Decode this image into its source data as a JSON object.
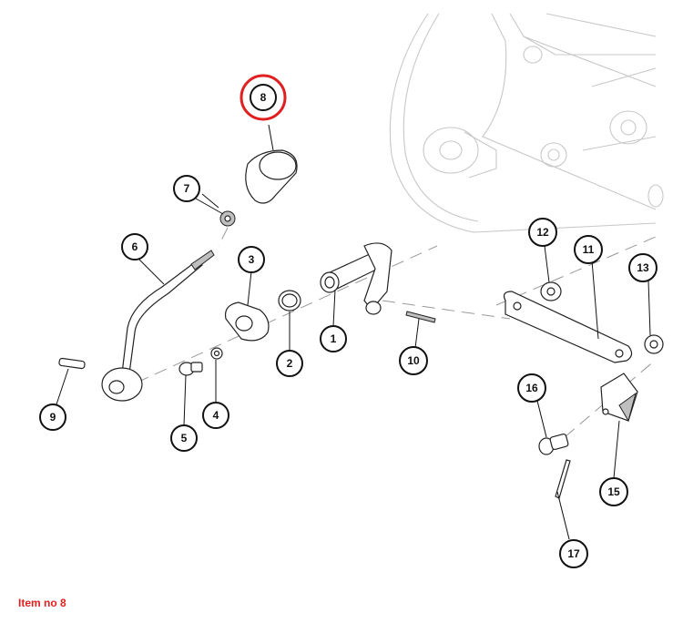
{
  "callouts": [
    {
      "id": "1",
      "label": "1"
    },
    {
      "id": "2",
      "label": "2"
    },
    {
      "id": "3",
      "label": "3"
    },
    {
      "id": "4",
      "label": "4"
    },
    {
      "id": "5",
      "label": "5"
    },
    {
      "id": "6",
      "label": "6"
    },
    {
      "id": "7",
      "label": "7"
    },
    {
      "id": "8",
      "label": "8"
    },
    {
      "id": "9",
      "label": "9"
    },
    {
      "id": "10",
      "label": "10"
    },
    {
      "id": "11",
      "label": "11"
    },
    {
      "id": "12",
      "label": "12"
    },
    {
      "id": "13",
      "label": "13"
    },
    {
      "id": "15",
      "label": "15"
    },
    {
      "id": "16",
      "label": "16"
    },
    {
      "id": "17",
      "label": "17"
    }
  ],
  "highlighted_item": "8",
  "highlight_color": "#e02020",
  "caption": "Item no 8",
  "caption_color": "#e02020"
}
